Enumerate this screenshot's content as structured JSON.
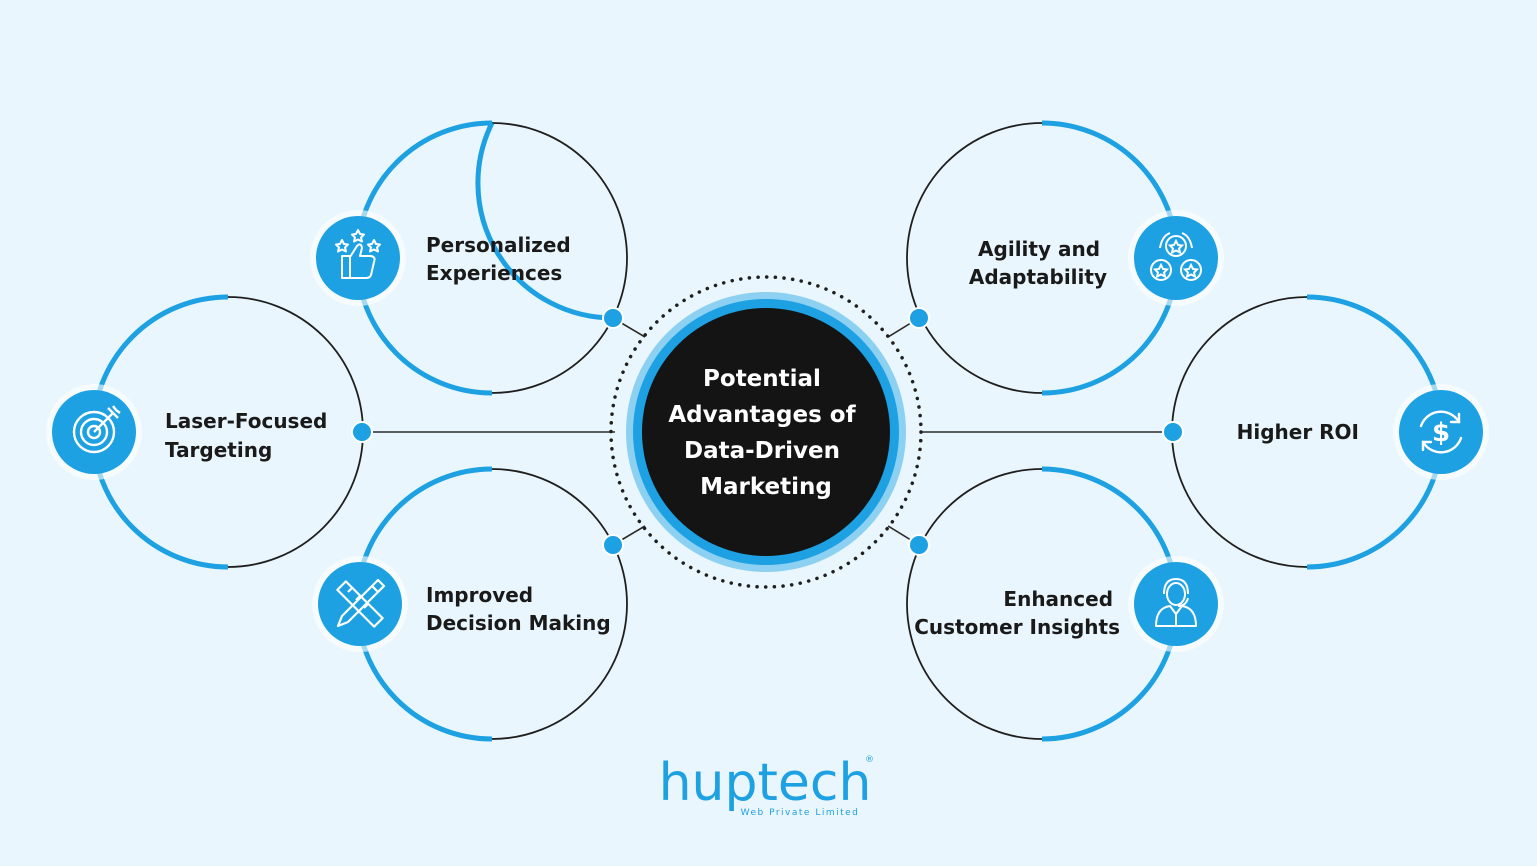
{
  "center": {
    "lines": [
      "Potential",
      "Advantages of",
      "Data-Driven",
      "Marketing"
    ]
  },
  "benefits": [
    {
      "id": "personalized",
      "lines": [
        "Personalized",
        "Experiences"
      ],
      "icon": "thumbs-up-stars-icon"
    },
    {
      "id": "laser",
      "lines": [
        "Laser-Focused",
        "Targeting"
      ],
      "icon": "target-icon"
    },
    {
      "id": "improved",
      "lines": [
        "Improved",
        "Decision Making"
      ],
      "icon": "pencil-ruler-icon"
    },
    {
      "id": "agility",
      "lines": [
        "Agility and",
        "Adaptability"
      ],
      "icon": "stars-cycle-icon"
    },
    {
      "id": "roi",
      "lines": [
        "Higher ROI"
      ],
      "icon": "dollar-refresh-icon"
    },
    {
      "id": "enhanced",
      "lines": [
        "Enhanced",
        "Customer Insights"
      ],
      "icon": "customer-support-icon"
    }
  ],
  "brand": {
    "name": "huptech",
    "subtitle": "Web Private Limited",
    "mark": "®"
  },
  "colors": {
    "accent": "#1da1e2",
    "dark": "#141414",
    "background": "#e9f6fd",
    "line": "#1f1f1f"
  }
}
